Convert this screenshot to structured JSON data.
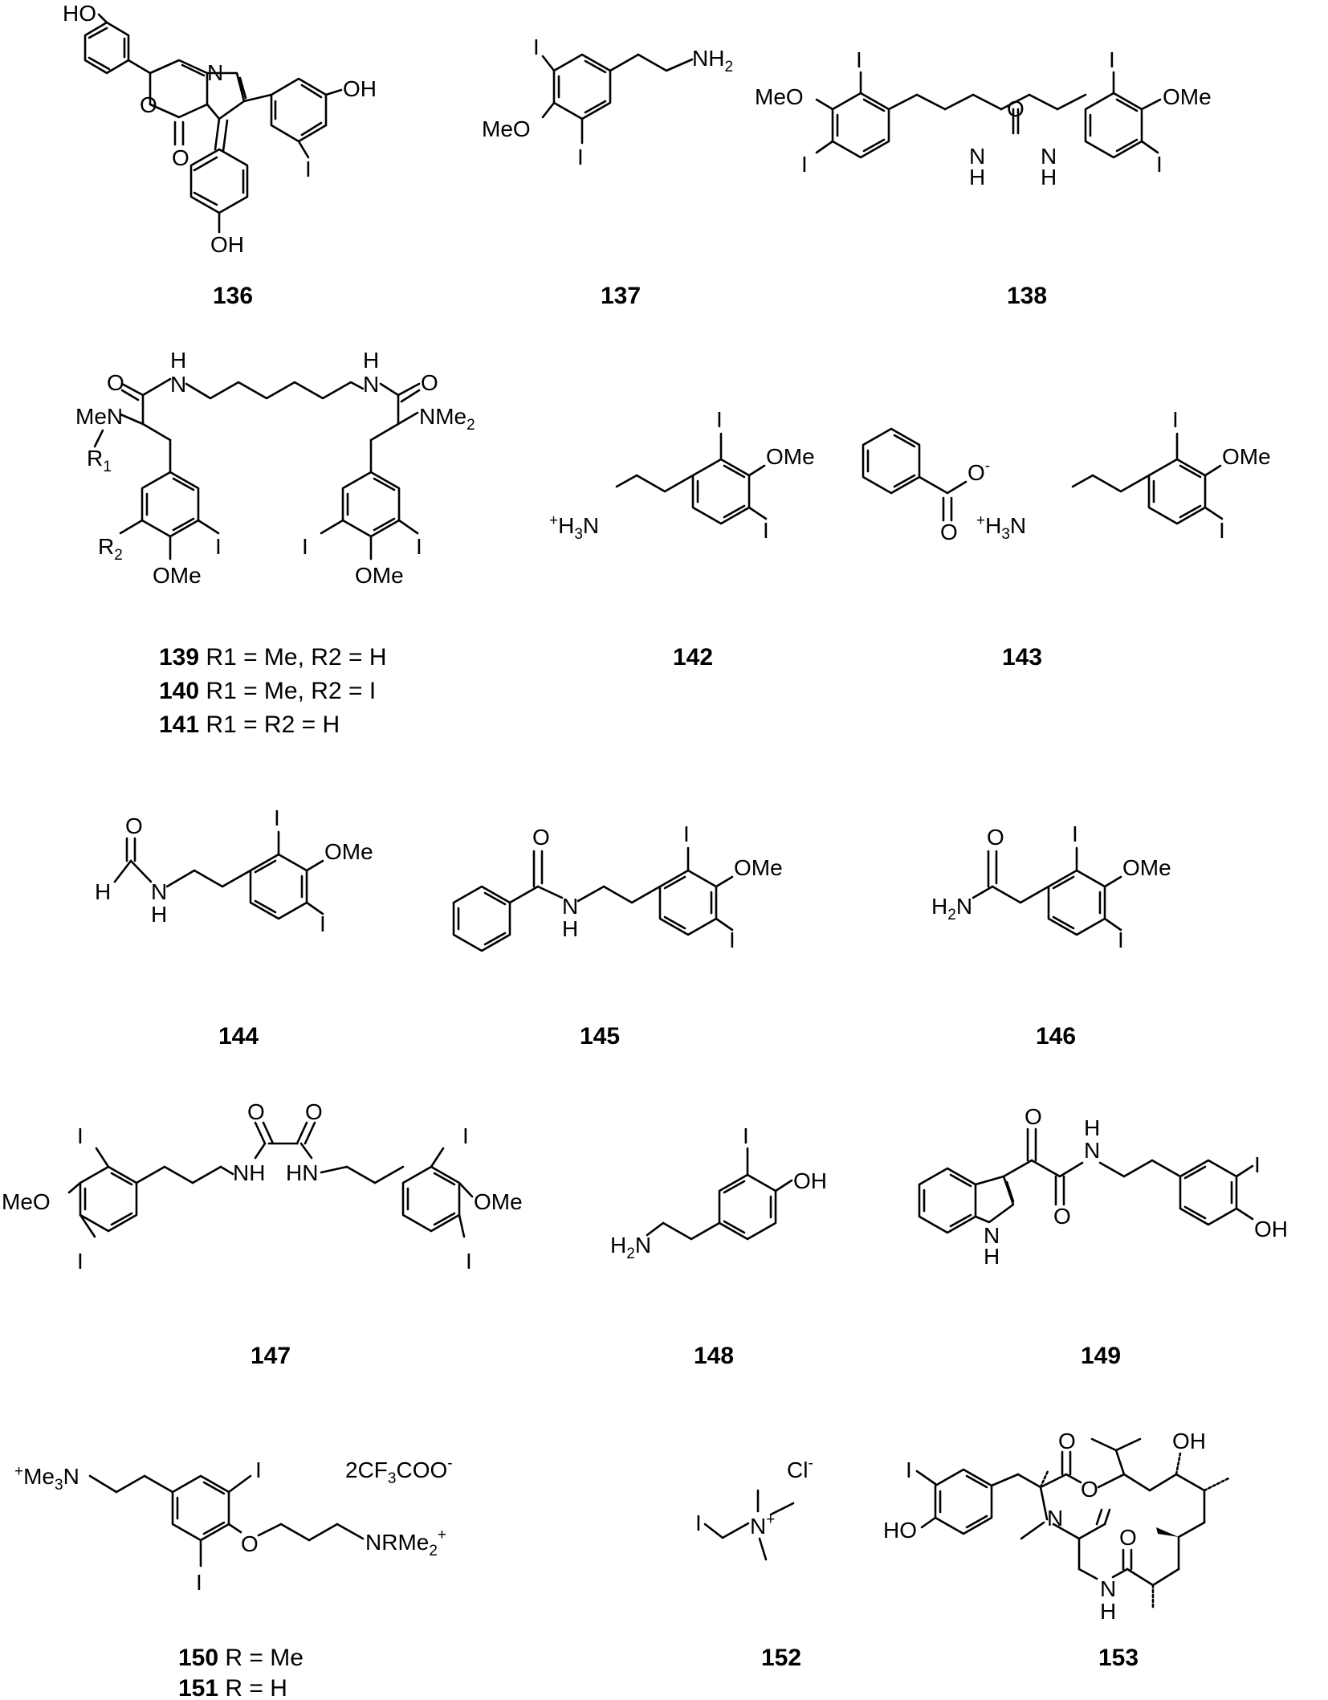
{
  "compounds": [
    {
      "id": "136",
      "label_lines": [
        {
          "num": "136",
          "rest": ""
        }
      ]
    },
    {
      "id": "137",
      "label_lines": [
        {
          "num": "137",
          "rest": ""
        }
      ]
    },
    {
      "id": "138",
      "label_lines": [
        {
          "num": "138",
          "rest": ""
        }
      ]
    },
    {
      "id": "139-141",
      "label_lines": [
        {
          "num": "139",
          "rest": " R1 = Me, R2 = H"
        },
        {
          "num": "140",
          "rest": " R1 = Me, R2 = I"
        },
        {
          "num": "141",
          "rest": " R1 = R2 = H"
        }
      ]
    },
    {
      "id": "142",
      "label_lines": [
        {
          "num": "142",
          "rest": ""
        }
      ]
    },
    {
      "id": "143",
      "label_lines": [
        {
          "num": "143",
          "rest": ""
        }
      ]
    },
    {
      "id": "144",
      "label_lines": [
        {
          "num": "144",
          "rest": ""
        }
      ]
    },
    {
      "id": "145",
      "label_lines": [
        {
          "num": "145",
          "rest": ""
        }
      ]
    },
    {
      "id": "146",
      "label_lines": [
        {
          "num": "146",
          "rest": ""
        }
      ]
    },
    {
      "id": "147",
      "label_lines": [
        {
          "num": "147",
          "rest": ""
        }
      ]
    },
    {
      "id": "148",
      "label_lines": [
        {
          "num": "148",
          "rest": ""
        }
      ]
    },
    {
      "id": "149",
      "label_lines": [
        {
          "num": "149",
          "rest": ""
        }
      ]
    },
    {
      "id": "150-151",
      "label_lines": [
        {
          "num": "150",
          "rest": " R = Me"
        },
        {
          "num": "151",
          "rest": " R = H"
        }
      ]
    },
    {
      "id": "152",
      "label_lines": [
        {
          "num": "152",
          "rest": ""
        }
      ]
    },
    {
      "id": "153",
      "label_lines": [
        {
          "num": "153",
          "rest": ""
        }
      ]
    }
  ],
  "atoms": {
    "I": "I",
    "OH": "OH",
    "HO": "HO",
    "O": "O",
    "N": "N",
    "H": "H",
    "NH": "NH",
    "HN": "HN",
    "MeO": "MeO",
    "OMe": "OMe",
    "MeN": "MeN",
    "NMe": "NMe",
    "NH2_main": "NH",
    "NH2_sub": "2",
    "H2N_main": "H",
    "H2N_sub": "2",
    "H2N_tail": "N",
    "H3N_plus": "+",
    "H3N_main": "H",
    "H3N_sub": "3",
    "H3N_tail": "N",
    "NMe2_main": "NMe",
    "NMe2_sub": "2",
    "R1_main": "R",
    "R1_sub": "1",
    "R2_main": "R",
    "R2_sub": "2",
    "O_minus_main": "O",
    "O_minus_sup": "-",
    "Me3N_plus": "+",
    "Me3N_main": "Me",
    "Me3N_sub": "3",
    "Me3N_tail": "N",
    "TFA_a": "2CF",
    "TFA_sub": "3",
    "TFA_b": "COO",
    "TFA_sup": "-",
    "NRMe2_main": "NRMe",
    "NRMe2_sub": "2",
    "NRMe2_sup": "+",
    "Cl_main": "Cl",
    "Cl_sup": "-",
    "Nplus_main": "N",
    "Nplus_sup": "+"
  }
}
